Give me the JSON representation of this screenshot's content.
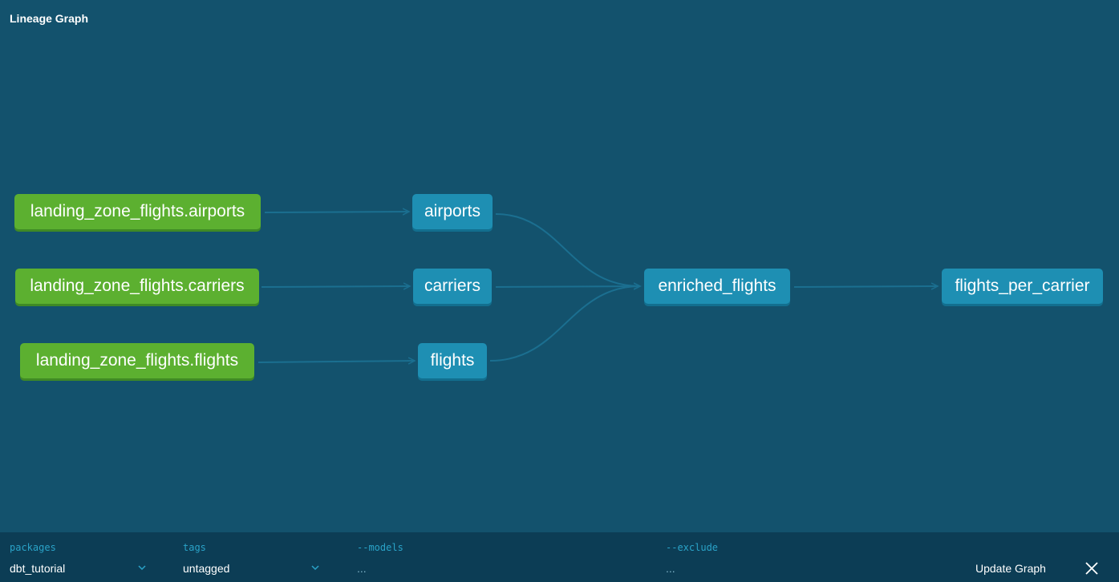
{
  "header": {
    "title": "Lineage Graph"
  },
  "graph": {
    "sources": [
      {
        "label": "landing_zone_flights.airports"
      },
      {
        "label": "landing_zone_flights.carriers"
      },
      {
        "label": "landing_zone_flights.flights"
      }
    ],
    "staging": [
      {
        "label": "airports"
      },
      {
        "label": "carriers"
      },
      {
        "label": "flights"
      }
    ],
    "intermediate": {
      "label": "enriched_flights"
    },
    "final": {
      "label": "flights_per_carrier"
    }
  },
  "filters": {
    "packages": {
      "label": "packages",
      "value": "dbt_tutorial"
    },
    "tags": {
      "label": "tags",
      "value": "untagged"
    },
    "models": {
      "label": "--models",
      "value": "..."
    },
    "exclude": {
      "label": "--exclude",
      "value": "..."
    }
  },
  "actions": {
    "update_label": "Update Graph"
  },
  "colors": {
    "background": "#13526d",
    "source_node": "#5cb030",
    "model_node": "#1e8fb3",
    "edge": "#1b6f90",
    "toolbar": "#0c3d55",
    "field_label": "#2aa3c8"
  }
}
